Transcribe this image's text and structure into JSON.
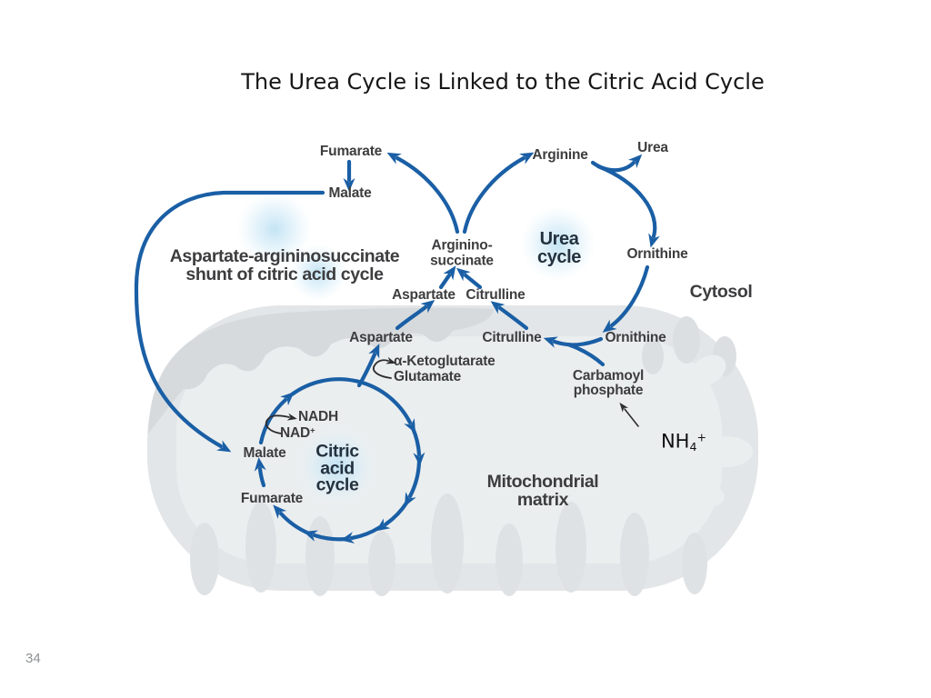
{
  "slide": {
    "title": "The Urea Cycle is Linked to the Citric Acid Cycle",
    "page_number": "34"
  },
  "colors": {
    "arrow_blue": "#1a5fa5",
    "label_dark": "#3d3d3f",
    "cycle_label_dark": "#243240",
    "glow_blue": "#c6e6f4",
    "mito_ring": "#e3e6e8",
    "mito_band": "#d6dadd",
    "mito_matrix": "#ebeeef",
    "page_gray": "#8f9193"
  },
  "labels": {
    "urea_cycle": "Urea\ncycle",
    "citric_acid_cycle": "Citric\nacid\ncycle",
    "cytosol": "Cytosol",
    "mitochondrial_matrix": "Mitochondrial\nmatrix",
    "shunt": "Aspartate-argininosuccinate\nshunt of citric acid cycle"
  },
  "metabolites": {
    "fumarate_top": "Fumarate",
    "malate_top": "Malate",
    "arginine": "Arginine",
    "urea": "Urea",
    "ornithine_cytosol": "Ornithine",
    "argininosuccinate": "Arginino-\nsuccinate",
    "aspartate_cytosol": "Aspartate",
    "citrulline_cytosol": "Citrulline",
    "aspartate_mito": "Aspartate",
    "citrulline_mito": "Citrulline",
    "ornithine_mito": "Ornithine",
    "carbamoyl_phosphate": "Carbamoyl\nphosphate",
    "malate_mito": "Malate",
    "fumarate_mito": "Fumarate"
  },
  "cofactors": {
    "nadh": "NADH",
    "nad_base": "NAD",
    "nad_sup": "+",
    "alpha_ketoglutarate": "α-Ketoglutarate",
    "glutamate": "Glutamate",
    "nh4_base": "NH",
    "nh4_sub": "4",
    "nh4_sup": "+"
  }
}
